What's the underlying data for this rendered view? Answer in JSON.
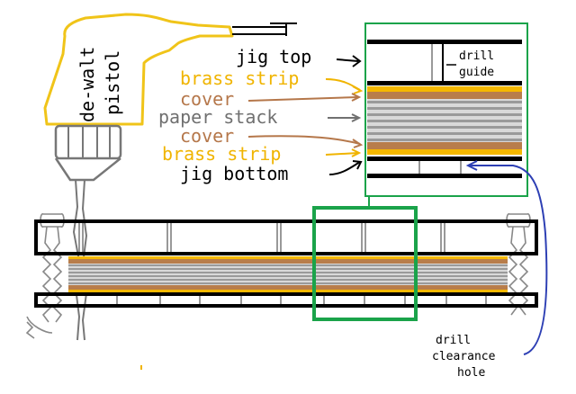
{
  "tool": {
    "name_line1": "de-walt",
    "name_line2": "pistol",
    "color": "#f0c419"
  },
  "labels": {
    "jig_top": "jig top",
    "brass_strip_top": "brass strip",
    "cover_top": "cover",
    "paper_stack": "paper stack",
    "cover_bottom": "cover",
    "brass_strip_bottom": "brass strip",
    "jig_bottom": "jig bottom",
    "drill_guide_line1": "drill",
    "drill_guide_line2": "guide",
    "clearance_line1": "drill",
    "clearance_line2": "clearance",
    "clearance_line3": "hole"
  },
  "colors": {
    "brass": "#f5b800",
    "cover": "#b87d4b",
    "paper": "#9a9a9a",
    "paper_light": "#d9d9d9",
    "jig": "#000000",
    "zoom_box": "#1aa34a",
    "clearance_arrow": "#2d3fb4",
    "label_brass": "#f0b400",
    "label_cover": "#b5774a",
    "label_paper": "#707070"
  },
  "icons": {
    "tool": "drill-icon",
    "screw_left": "screw-icon",
    "screw_right": "screw-icon"
  }
}
